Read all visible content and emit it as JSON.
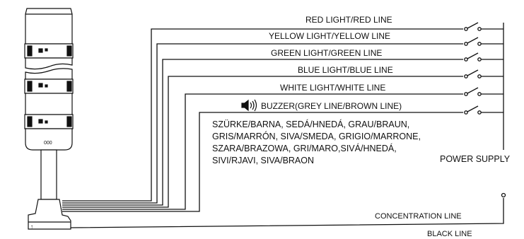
{
  "lines": {
    "red": "RED LIGHT/RED LINE",
    "yellow": "YELLOW LIGHT/YELLOW LINE",
    "green": "GREEN LIGHT/GREEN LINE",
    "blue": "BLUE LIGHT/BLUE LINE",
    "white": "WHITE LIGHT/WHITE LINE",
    "buzzer": "BUZZER(GREY LINE/BROWN LINE)"
  },
  "buzzer_colors": [
    "SZÜRKE/BARNA, SEDÁ/HNEDÁ, GRAU/BRAUN,",
    "GRIS/MARRÓN, SIVA/SMEDA, GRIGIO/MARRONE,",
    "SZARA/BRAZOWA, GRI/MARO,SIVÁ/HNEDÁ,",
    "SIVI/RJAVI, SIVA/BRAON"
  ],
  "power_supply": "POWER SUPPLY",
  "concentration_line": "CONCENTRATION LINE",
  "black_line": "BLACK LINE",
  "tower": {
    "label": "000"
  },
  "colors": {
    "ink": "#111111",
    "background": "#ffffff"
  }
}
